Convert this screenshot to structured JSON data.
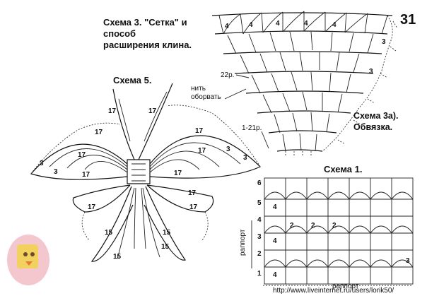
{
  "page_number": "31",
  "scheme3": {
    "title_line1": "Схема 3. \"Сетка\" и",
    "title_line2": "способ",
    "title_line3": "расширения клина."
  },
  "scheme3a": {
    "line1": "Схема 3а).",
    "line2": "Обвязка."
  },
  "scheme5": {
    "title": "Схема 5."
  },
  "scheme1": {
    "title": "Схема 1."
  },
  "labels": {
    "cut_line1": "нить",
    "cut_line2": "оборвать",
    "row22": "22р.",
    "rows_1_21": "1-21р.",
    "rapport_vertical": "раппорт",
    "rapport_bottom": "раппорт"
  },
  "fan_numbers": [
    "4",
    "4",
    "4",
    "4",
    "4",
    "3",
    "3"
  ],
  "butterfly_numbers": [
    "17",
    "17",
    "17",
    "17",
    "17",
    "17",
    "17",
    "17",
    "17",
    "17",
    "17",
    "3",
    "3",
    "3",
    "3",
    "15",
    "15",
    "15",
    "15"
  ],
  "scheme1_rows": [
    "6",
    "5",
    "4",
    "3",
    "2",
    "1"
  ],
  "scheme1_cells": [
    "4",
    "2",
    "2",
    "2",
    "3"
  ],
  "watermark_url": "http://www.liveinternet.ru/users/lorik50/",
  "icons": [
    "chicken-logo-icon"
  ]
}
